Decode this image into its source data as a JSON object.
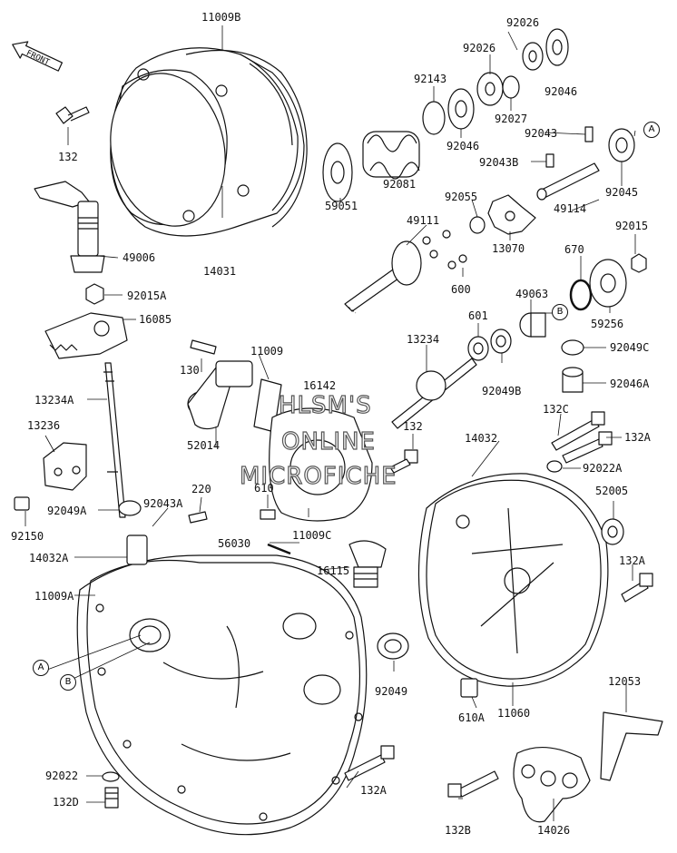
{
  "front_label": "FRONT",
  "parts": [
    {
      "id": "11009B",
      "label": "11009B"
    },
    {
      "id": "132",
      "label": "132"
    },
    {
      "id": "49006",
      "label": "49006"
    },
    {
      "id": "14031",
      "label": "14031"
    },
    {
      "id": "92015A",
      "label": "92015A"
    },
    {
      "id": "16085",
      "label": "16085"
    },
    {
      "id": "130",
      "label": "130"
    },
    {
      "id": "11009",
      "label": "11009"
    },
    {
      "id": "16142",
      "label": "16142"
    },
    {
      "id": "13234A",
      "label": "13234A"
    },
    {
      "id": "13236",
      "label": "13236"
    },
    {
      "id": "52014",
      "label": "52014"
    },
    {
      "id": "92049A",
      "label": "92049A"
    },
    {
      "id": "92043A",
      "label": "92043A"
    },
    {
      "id": "220",
      "label": "220"
    },
    {
      "id": "92150",
      "label": "92150"
    },
    {
      "id": "610",
      "label": "610"
    },
    {
      "id": "11009C",
      "label": "11009C"
    },
    {
      "id": "56030",
      "label": "56030"
    },
    {
      "id": "14032A",
      "label": "14032A"
    },
    {
      "id": "16115",
      "label": "16115"
    },
    {
      "id": "11009A",
      "label": "11009A"
    },
    {
      "id": "92049",
      "label": "92049"
    },
    {
      "id": "92022",
      "label": "92022"
    },
    {
      "id": "132D",
      "label": "132D"
    },
    {
      "id": "132A_bottom",
      "label": "132A"
    },
    {
      "id": "92026_a",
      "label": "92026"
    },
    {
      "id": "92026_b",
      "label": "92026"
    },
    {
      "id": "92143",
      "label": "92143"
    },
    {
      "id": "92046_a",
      "label": "92046"
    },
    {
      "id": "92027",
      "label": "92027"
    },
    {
      "id": "92046_b",
      "label": "92046"
    },
    {
      "id": "92043",
      "label": "92043"
    },
    {
      "id": "92081",
      "label": "92081"
    },
    {
      "id": "92043B",
      "label": "92043B"
    },
    {
      "id": "59051",
      "label": "59051"
    },
    {
      "id": "92055",
      "label": "92055"
    },
    {
      "id": "49114",
      "label": "49114"
    },
    {
      "id": "92045",
      "label": "92045"
    },
    {
      "id": "49111",
      "label": "49111"
    },
    {
      "id": "13070",
      "label": "13070"
    },
    {
      "id": "92015",
      "label": "92015"
    },
    {
      "id": "670",
      "label": "670"
    },
    {
      "id": "600",
      "label": "600"
    },
    {
      "id": "49063",
      "label": "49063"
    },
    {
      "id": "601",
      "label": "601"
    },
    {
      "id": "59256",
      "label": "59256"
    },
    {
      "id": "13234",
      "label": "13234"
    },
    {
      "id": "92049C",
      "label": "92049C"
    },
    {
      "id": "92049B",
      "label": "92049B"
    },
    {
      "id": "92046A",
      "label": "92046A"
    },
    {
      "id": "132_mid",
      "label": "132"
    },
    {
      "id": "14032",
      "label": "14032"
    },
    {
      "id": "132C",
      "label": "132C"
    },
    {
      "id": "132A_r1",
      "label": "132A"
    },
    {
      "id": "92022A",
      "label": "92022A"
    },
    {
      "id": "52005",
      "label": "52005"
    },
    {
      "id": "132A_r2",
      "label": "132A"
    },
    {
      "id": "610A",
      "label": "610A"
    },
    {
      "id": "11060",
      "label": "11060"
    },
    {
      "id": "12053",
      "label": "12053"
    },
    {
      "id": "132B",
      "label": "132B"
    },
    {
      "id": "14026",
      "label": "14026"
    }
  ],
  "refs": {
    "A1": "A",
    "B1": "B",
    "A2": "A",
    "B2": "B"
  },
  "watermark": {
    "line1": "HLSM'S",
    "line2": "ONLINE",
    "line3": "MICROFICHE"
  }
}
